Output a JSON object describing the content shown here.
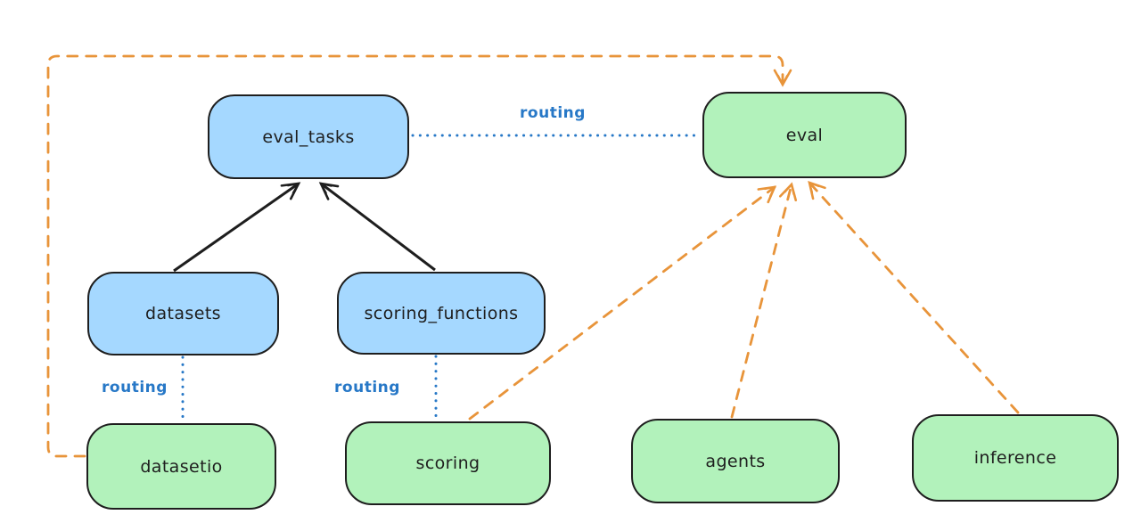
{
  "diagram": {
    "background": "#ffffff",
    "colors": {
      "blue_node_fill": "#a5d8ff",
      "green_node_fill": "#b2f2bb",
      "node_stroke": "#1e1e1e",
      "routing_label_blue": "#2778c7",
      "orange_connector": "#e8943a",
      "black_connector": "#1e1e1e"
    },
    "nodes": [
      {
        "id": "eval_tasks",
        "label": "eval_tasks",
        "color": "blue"
      },
      {
        "id": "eval",
        "label": "eval",
        "color": "green"
      },
      {
        "id": "datasets",
        "label": "datasets",
        "color": "blue"
      },
      {
        "id": "scoring_functions",
        "label": "scoring_functions",
        "color": "blue"
      },
      {
        "id": "datasetio",
        "label": "datasetio",
        "color": "green"
      },
      {
        "id": "scoring",
        "label": "scoring",
        "color": "green"
      },
      {
        "id": "agents",
        "label": "agents",
        "color": "green"
      },
      {
        "id": "inference",
        "label": "inference",
        "color": "green"
      }
    ],
    "edges": [
      {
        "from": "datasets",
        "to": "eval_tasks",
        "style": "solid-black-arrow",
        "label": ""
      },
      {
        "from": "scoring_functions",
        "to": "eval_tasks",
        "style": "solid-black-arrow",
        "label": ""
      },
      {
        "from": "eval_tasks",
        "to": "eval",
        "style": "dotted-blue",
        "label": "routing"
      },
      {
        "from": "datasets",
        "to": "datasetio",
        "style": "dotted-blue",
        "label": "routing"
      },
      {
        "from": "scoring_functions",
        "to": "scoring",
        "style": "dotted-blue",
        "label": "routing"
      },
      {
        "from": "scoring",
        "to": "eval",
        "style": "dashed-orange-arrow",
        "label": ""
      },
      {
        "from": "agents",
        "to": "eval",
        "style": "dashed-orange-arrow",
        "label": ""
      },
      {
        "from": "inference",
        "to": "eval",
        "style": "dashed-orange-arrow",
        "label": ""
      },
      {
        "from": "datasetio",
        "to": "eval",
        "style": "dashed-orange-arrow-loop",
        "label": ""
      }
    ]
  }
}
